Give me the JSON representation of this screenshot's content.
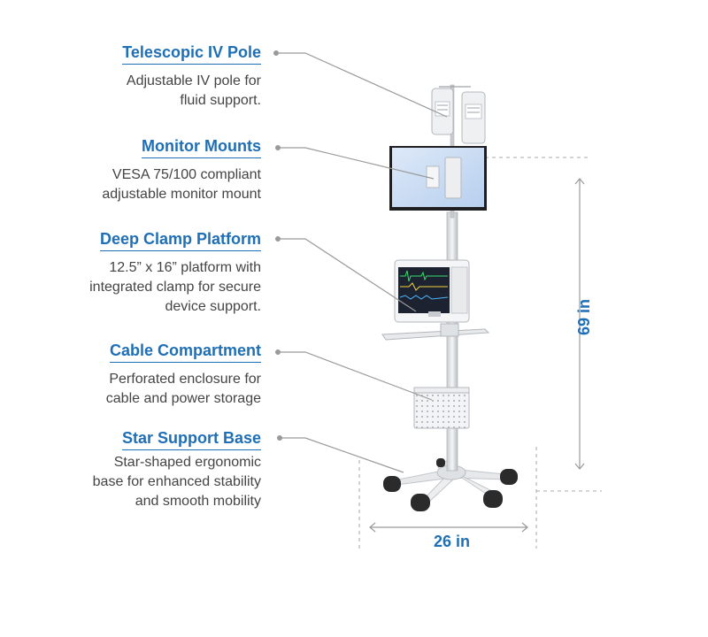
{
  "features": [
    {
      "title": "Telescopic IV Pole",
      "desc": "Adjustable IV pole for\nfluid support."
    },
    {
      "title": "Monitor Mounts",
      "desc": "VESA 75/100 compliant\nadjustable monitor mount"
    },
    {
      "title": "Deep Clamp Platform",
      "desc": "12.5” x 16” platform with\nintegrated clamp for secure\ndevice support."
    },
    {
      "title": "Cable Compartment",
      "desc": "Perforated enclosure for\ncable and power storage"
    },
    {
      "title": "Star Support Base",
      "desc": "Star-shaped ergonomic\nbase for enhanced stability\nand smooth mobility"
    }
  ],
  "dimensions": {
    "width": "26 in",
    "height": "69 in"
  },
  "colors": {
    "accent": "#1f6fb6",
    "text": "#444444",
    "leader": "#9a9a9a",
    "screen": "#c9dcf3"
  }
}
